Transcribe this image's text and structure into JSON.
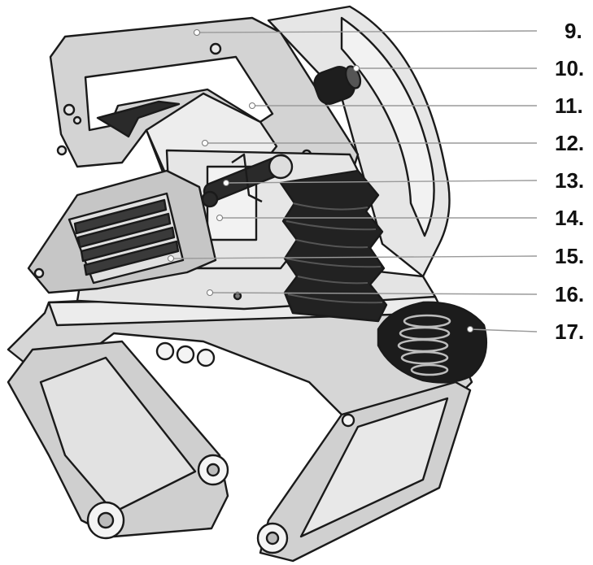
{
  "colors": {
    "body_light": "#dcdcdc",
    "body_mid": "#b8b8b8",
    "body_dark": "#8c8c8c",
    "rubber": "#1e1e1e",
    "outline": "#1a1a1a",
    "leader": "#9a9a9a"
  },
  "callouts": [
    {
      "label": "9."
    },
    {
      "label": "10."
    },
    {
      "label": "11."
    },
    {
      "label": "12."
    },
    {
      "label": "13."
    },
    {
      "label": "14."
    },
    {
      "label": "15."
    },
    {
      "label": "16."
    },
    {
      "label": "17."
    }
  ]
}
